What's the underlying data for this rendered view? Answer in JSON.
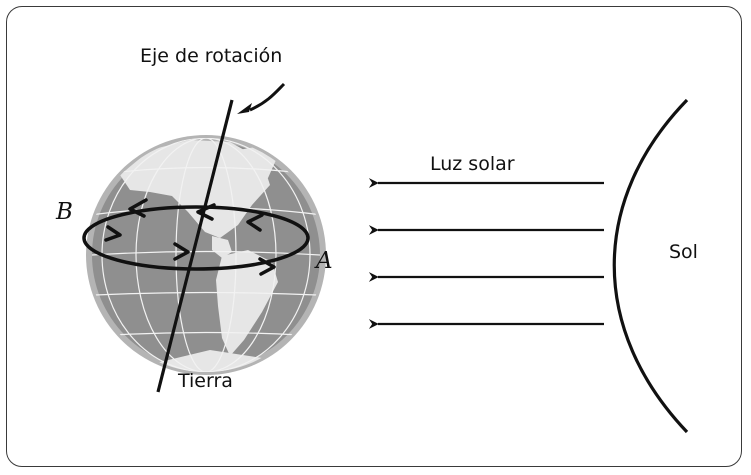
{
  "labels": {
    "axis": "Eje de rotación",
    "earth": "Tierra",
    "sunlight": "Luz solar",
    "sun": "Sol",
    "point_a": "A",
    "point_b": "B"
  },
  "colors": {
    "ocean": "#8f8f8f",
    "land": "#e6e6e6",
    "rim": "#b4b4b4",
    "ink": "#111111"
  }
}
